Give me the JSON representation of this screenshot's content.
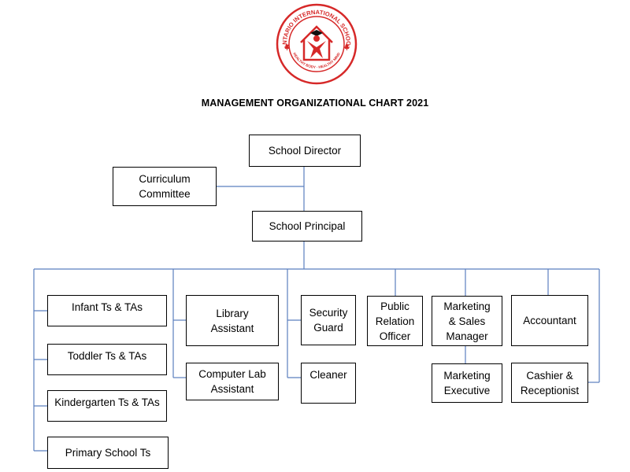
{
  "logo": {
    "ring_text": "ONTARIO INTERNATIONAL SCHOOL",
    "motto": "HEALTHY BODY · HEALTHY MIND",
    "colors": {
      "ring": "#d62828",
      "figure": "#d62828",
      "cap": "#111111"
    },
    "icons": [
      "maple-leaf-icon",
      "house-icon",
      "graduate-figure-icon"
    ]
  },
  "title": "MANAGEMENT ORGANIZATIONAL CHART 2021",
  "nodes": {
    "director": "School Director",
    "curriculum": "Curriculum\nCommittee",
    "principal": "School Principal",
    "infant": "Infant Ts & TAs",
    "toddler": "Toddler Ts & TAs",
    "kindergarten": "Kindergarten Ts & TAs",
    "primary": "Primary School Ts",
    "library": "Library\nAssistant",
    "computer_lab": "Computer Lab\nAssistant",
    "security": "Security\nGuard",
    "cleaner": "Cleaner",
    "public_relation": "Public\nRelation\nOfficer",
    "marketing_manager": "Marketing\n& Sales\nManager",
    "marketing_exec": "Marketing\nExecutive",
    "accountant": "Accountant",
    "cashier": "Cashier &\nReceptionist"
  },
  "colors": {
    "connector": "#5b7fbf",
    "box_border": "#000000"
  }
}
